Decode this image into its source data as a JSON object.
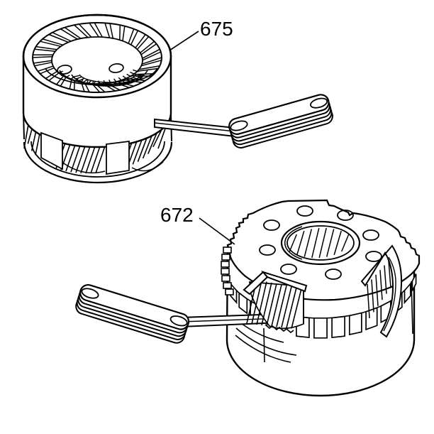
{
  "figure": {
    "background_color": "#ffffff",
    "line_color": "#000000",
    "description": "Black-and-white service-manual line illustration of two planetary gear train assemblies, each held by a flat two-hole holding tool handle"
  },
  "callouts": {
    "upper": {
      "label": "675"
    },
    "lower": {
      "label": "672"
    }
  }
}
